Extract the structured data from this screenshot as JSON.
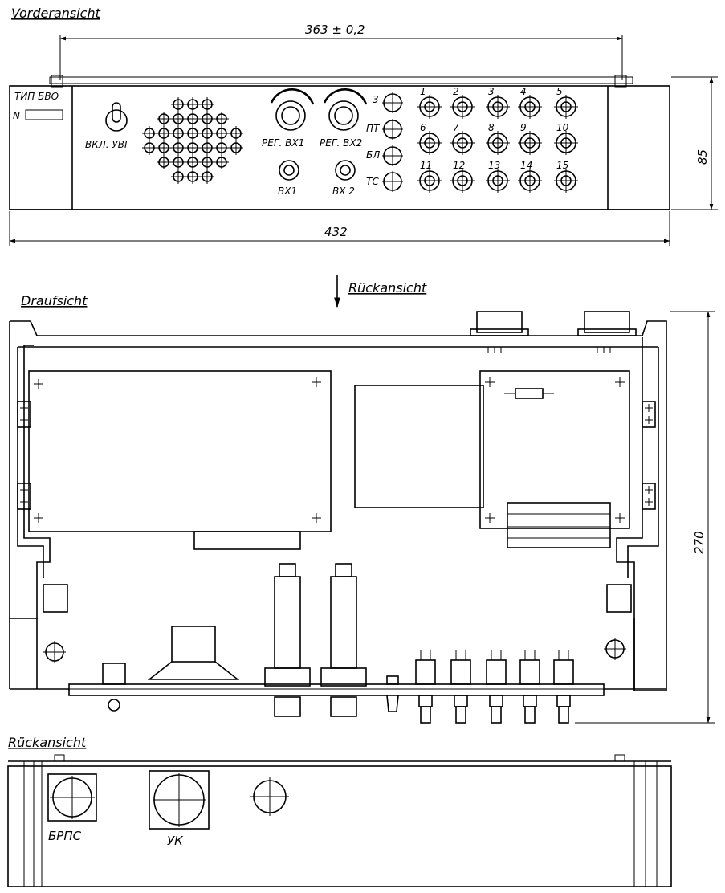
{
  "titles": {
    "front": "Vorderansicht",
    "top": "Draufsicht",
    "rear": "Rückansicht",
    "rear_arrow": "Rückansicht"
  },
  "dimensions": {
    "width_inner": "363 ± 0,2",
    "width_total": "432",
    "height_front": "85",
    "depth_top": "270"
  },
  "front_panel": {
    "type_label": "ТИП БВО",
    "number_label": "N",
    "switch_label": "ВКЛ. УВГ",
    "reg_vx1": "РЕГ. ВХ1",
    "reg_vx2": "РЕГ. ВХ2",
    "vx1": "ВХ1",
    "vx2": "ВХ 2",
    "side_labels": [
      "3",
      "ПТ",
      "БЛ",
      "ТС"
    ],
    "jack_numbers": [
      "1",
      "2",
      "3",
      "4",
      "5",
      "6",
      "7",
      "8",
      "9",
      "10",
      "11",
      "12",
      "13",
      "14",
      "15"
    ]
  },
  "rear_panel": {
    "connector_1": "БРПС",
    "connector_2": "УК"
  }
}
